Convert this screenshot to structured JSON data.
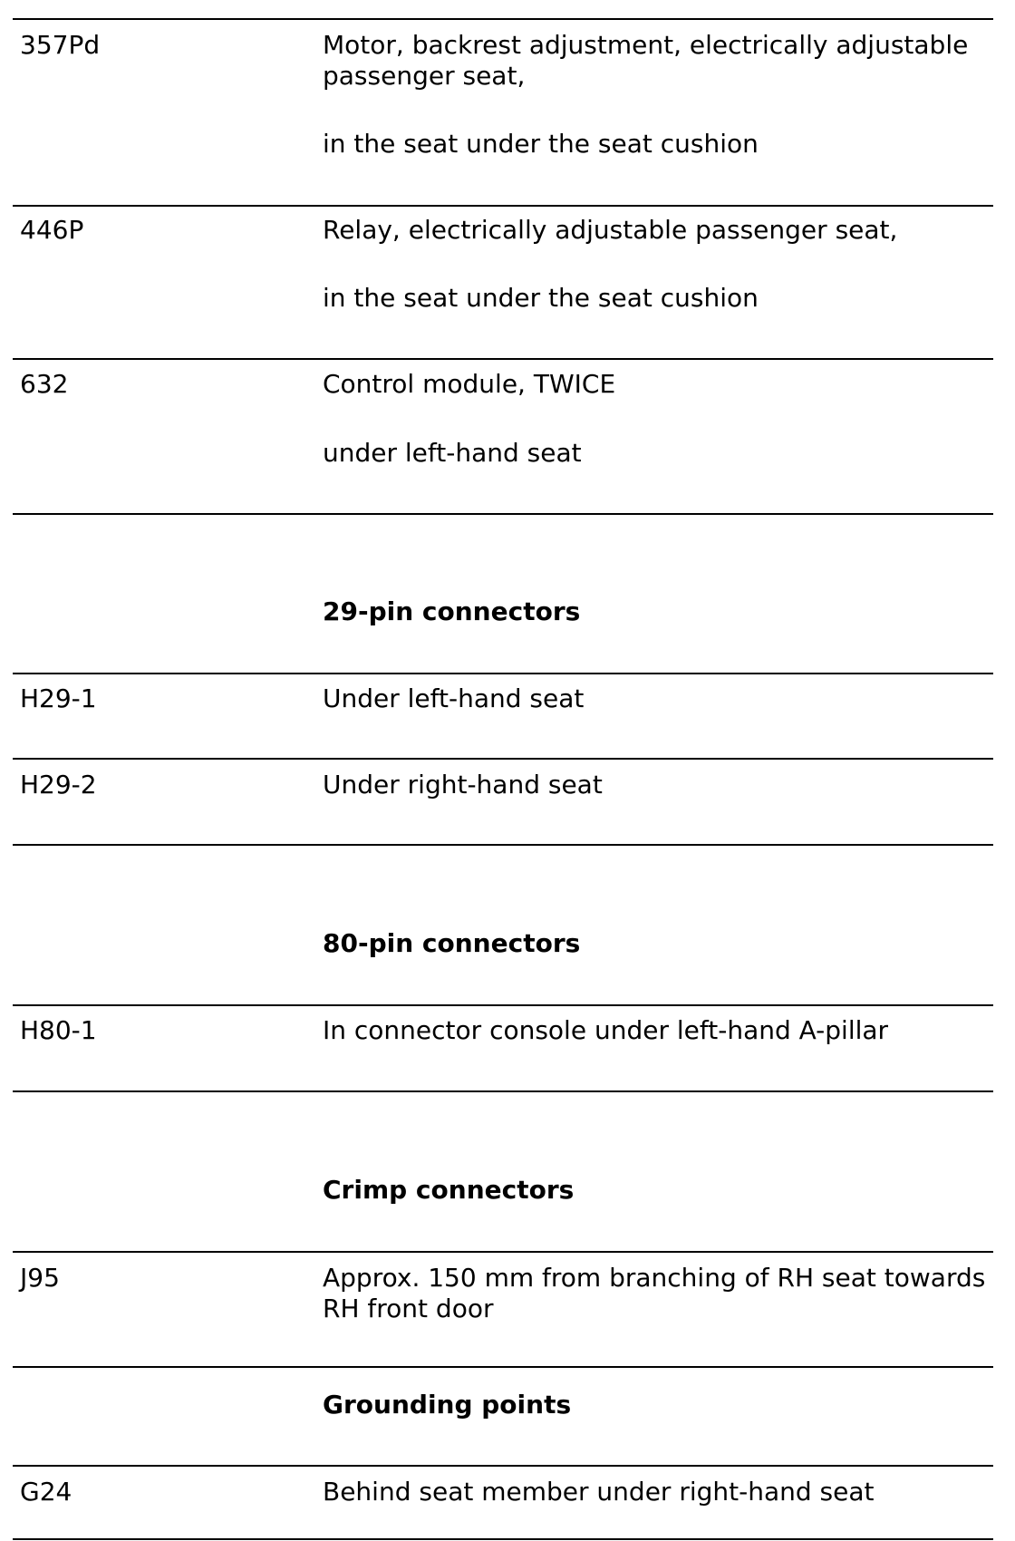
{
  "rows": [
    {
      "code": "357Pd",
      "desc": "Motor, backrest adjustment, electrically adjustable passenger seat,",
      "location": "in the seat under the seat cushion"
    },
    {
      "code": "446P",
      "desc": "Relay, electrically adjustable passenger seat,",
      "location": "in the seat under the seat cushion"
    },
    {
      "code": "632",
      "desc": "Control module, TWICE",
      "location": "under left-hand seat"
    },
    {
      "code": "H29-1",
      "desc": "Under left-hand seat"
    },
    {
      "code": "H29-2",
      "desc": "Under right-hand seat"
    },
    {
      "code": "H80-1",
      "desc": "In connector console under left-hand A-pillar"
    },
    {
      "code": "J95",
      "desc": "Approx. 150 mm from branching of RH seat towards RH front door"
    },
    {
      "code": "G24",
      "desc": "Behind seat member under right-hand seat"
    }
  ],
  "sections": {
    "pin29": "29-pin connectors",
    "pin80": "80-pin connectors",
    "crimp": "Crimp connectors",
    "grounding": "Grounding points"
  }
}
